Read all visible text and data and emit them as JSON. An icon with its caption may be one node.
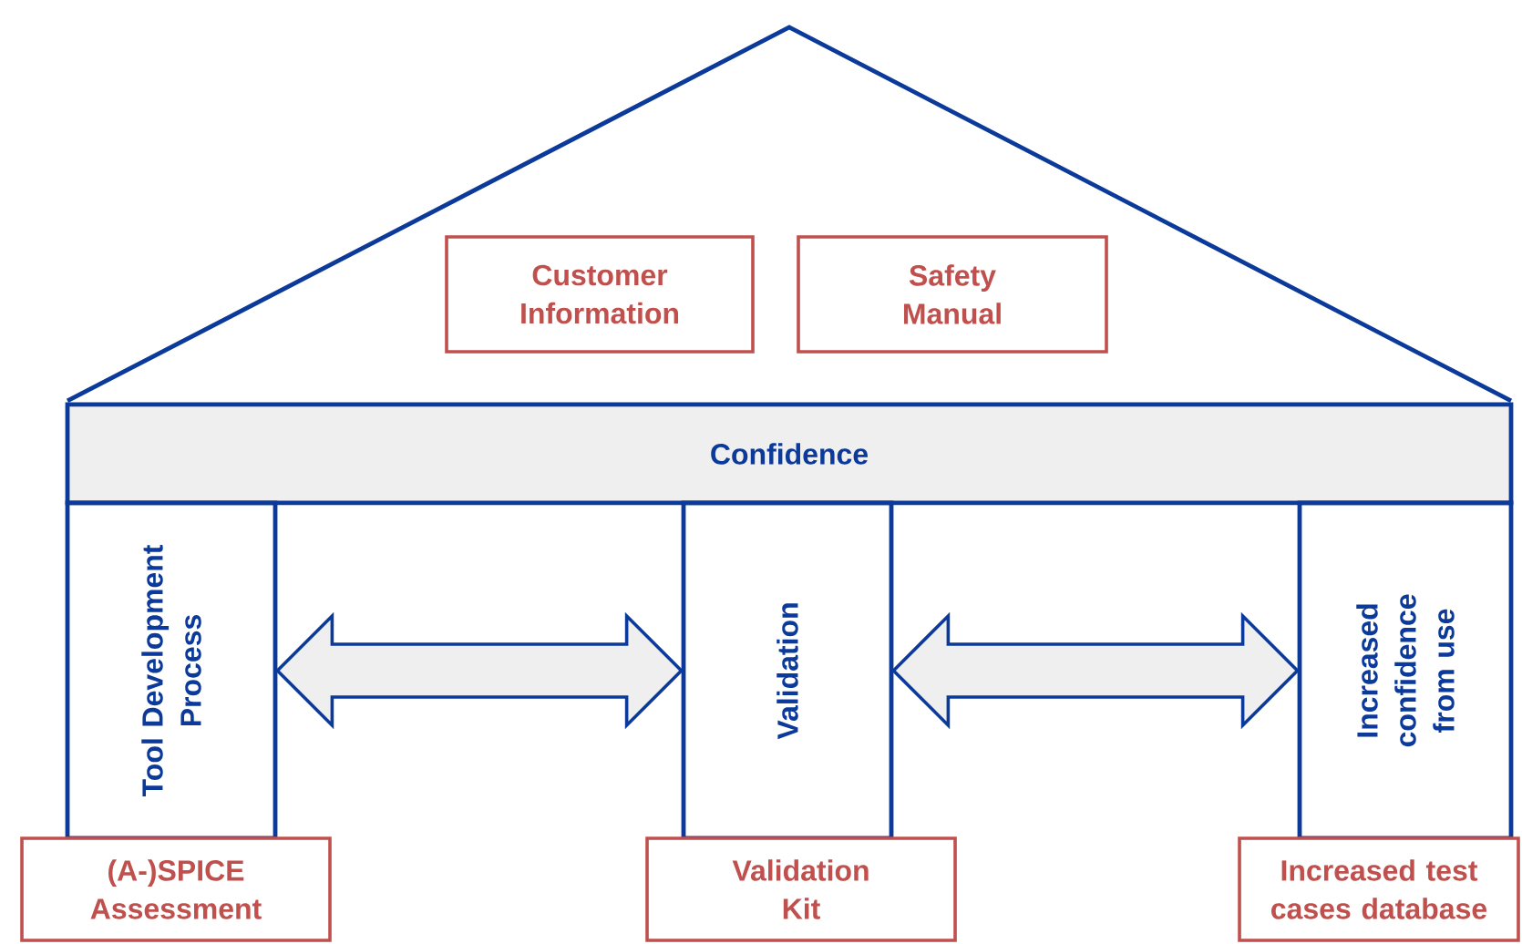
{
  "diagram": {
    "nodes": [
      {
        "text": [],
        "shape": "triangle"
      },
      {
        "text": [
          "Customer Information"
        ],
        "in": 0
      },
      {
        "text": [
          "Safety Manual"
        ],
        "in": 0
      },
      {
        "text": [
          "Confidence"
        ]
      },
      {
        "text": [
          "Tool Development Process"
        ]
      },
      {
        "text": [
          "Validation"
        ]
      },
      {
        "text": [
          "Increased confidence from use"
        ]
      },
      {
        "text": [
          "(A-)SPICE Assessment"
        ]
      },
      {
        "text": [
          "Validation Kit"
        ]
      },
      {
        "text": [
          "Increased test cases database"
        ]
      }
    ],
    "edges": [
      {
        "from": 4,
        "to": 5,
        "arrow": "both"
      },
      {
        "from": 5,
        "to": 6,
        "arrow": "both"
      }
    ]
  }
}
